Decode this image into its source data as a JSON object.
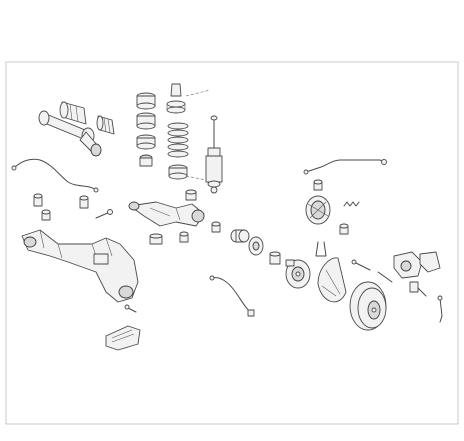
{
  "diagram": {
    "kind": "exploded parts drawing",
    "colors": {
      "background": "#ffffff",
      "line": "#4a4a4a",
      "fill": "#f2f2f2",
      "shade": "#d9d9d9",
      "frame": "#c8c8c8"
    },
    "parts": [
      "drive-shaft",
      "cv-boot",
      "spring-seat-stack",
      "coil-spring",
      "shock-absorber",
      "stabilizer-link",
      "rear-subframe",
      "control-arm",
      "wheel-hub",
      "brake-shoe",
      "brake-disc",
      "brake-caliper",
      "abs-sensor",
      "brake-hose",
      "heat-shield"
    ]
  }
}
